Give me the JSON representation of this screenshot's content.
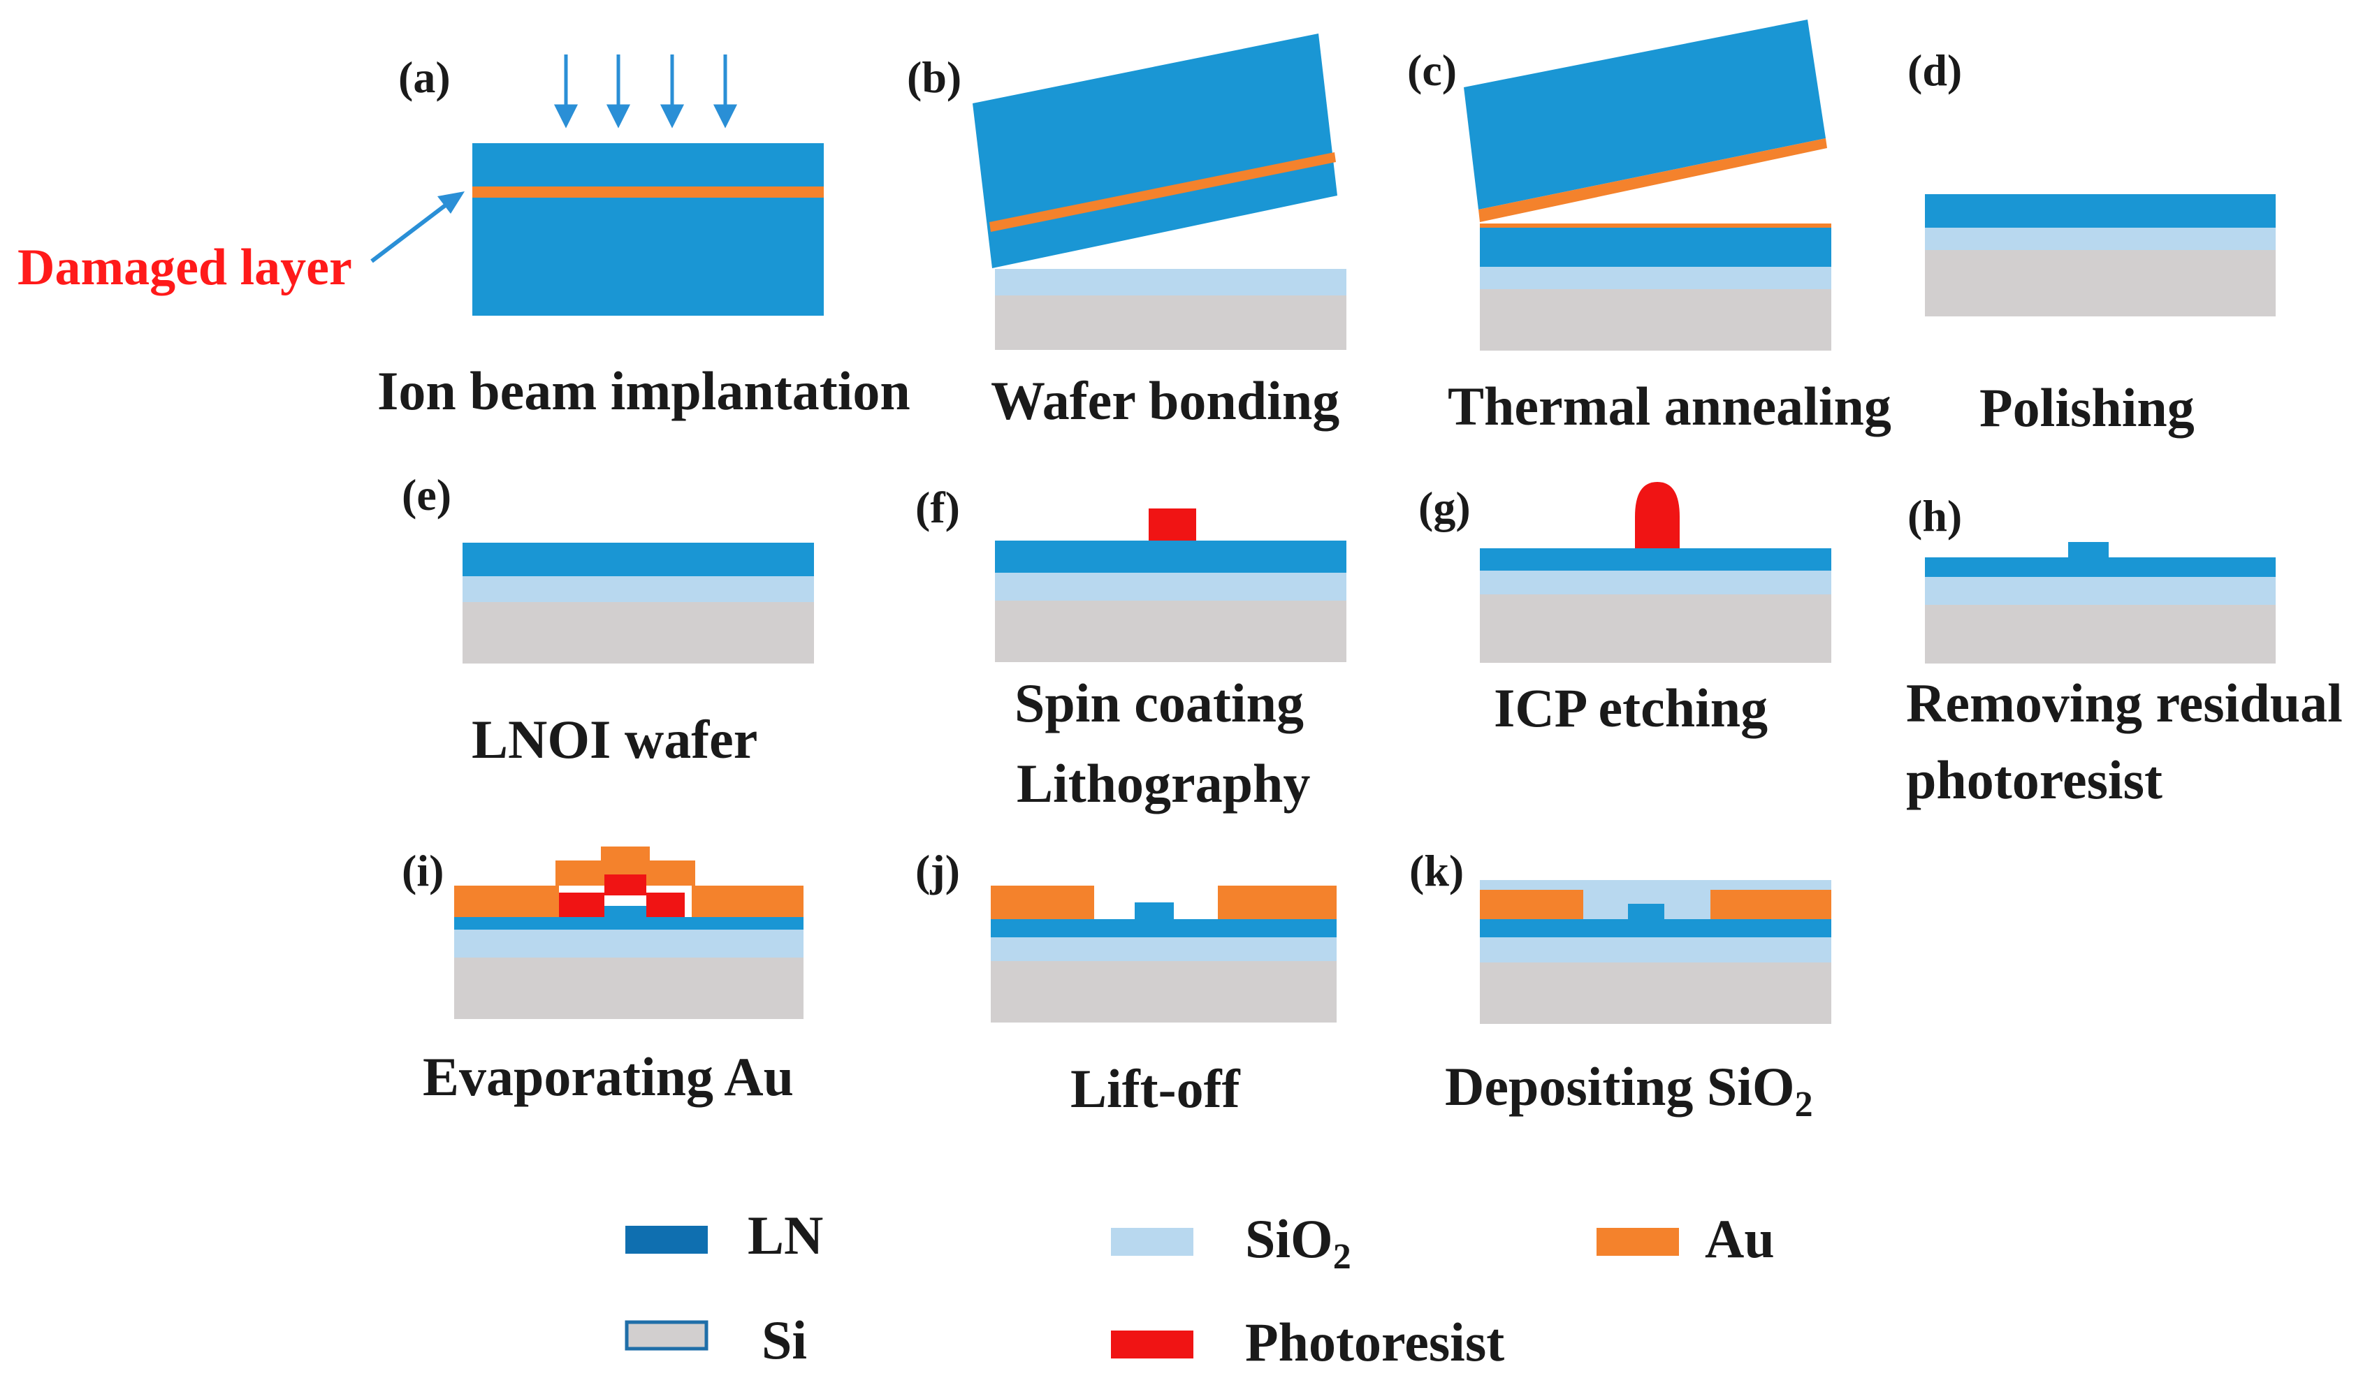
{
  "colors": {
    "ln": "#1a96d4",
    "ln_legend": "#0f6fb0",
    "sio2": "#b8d8ef",
    "si": "#d2cfcf",
    "au": "#f4822c",
    "photoresist": "#f01414",
    "arrow": "#2a8fd6",
    "damaged_text": "#ff1a1a"
  },
  "panels": [
    {
      "label": "(a)",
      "caption": "Ion beam implantation"
    },
    {
      "label": "(b)",
      "caption": "Wafer bonding"
    },
    {
      "label": "(c)",
      "caption": "Thermal annealing"
    },
    {
      "label": "(d)",
      "caption": "Polishing"
    },
    {
      "label": "(e)",
      "caption": "LNOI wafer"
    },
    {
      "label": "(f)",
      "caption_line1": "Spin coating",
      "caption_line2": "Lithography"
    },
    {
      "label": "(g)",
      "caption": "ICP etching"
    },
    {
      "label": "(h)",
      "caption_line1": "Removing residual",
      "caption_line2": "photoresist"
    },
    {
      "label": "(i)",
      "caption": "Evaporating Au"
    },
    {
      "label": "(j)",
      "caption": "Lift-off"
    },
    {
      "label": "(k)",
      "caption_base": "Depositing SiO",
      "caption_sub": "2"
    }
  ],
  "annotation": {
    "damaged_layer": "Damaged layer"
  },
  "legend": {
    "ln": "LN",
    "sio2_base": "SiO",
    "sio2_sub": "2",
    "au": "Au",
    "si": "Si",
    "photoresist": "Photoresist"
  }
}
